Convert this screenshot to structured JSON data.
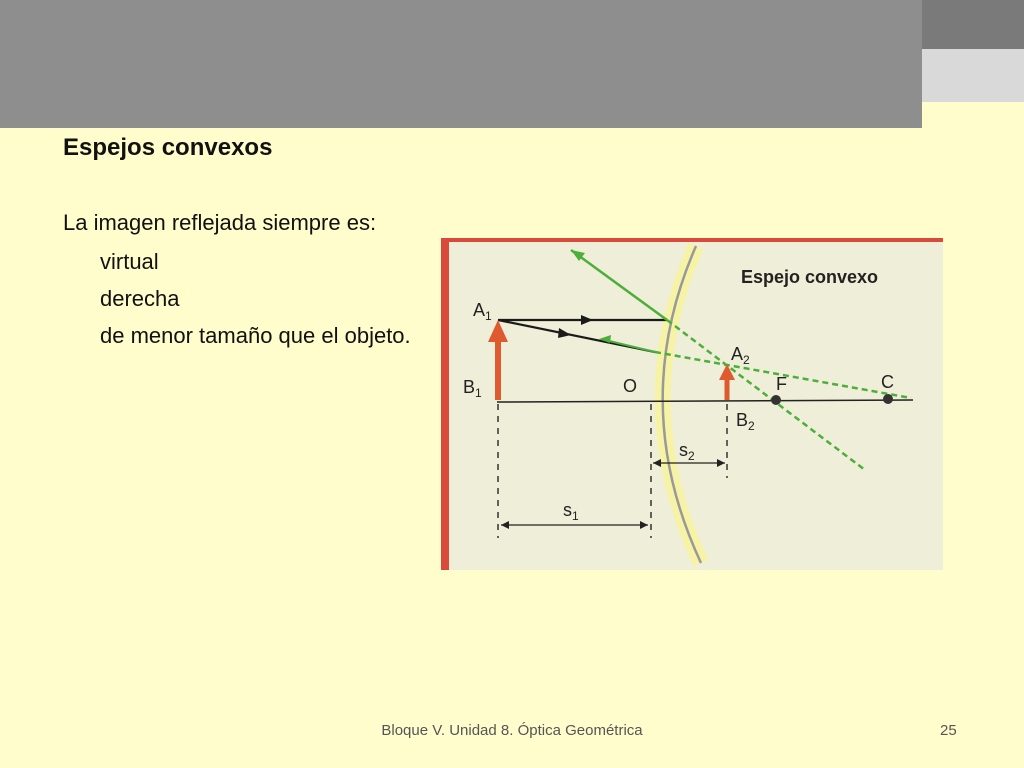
{
  "slide": {
    "title": "Espejos convexos",
    "intro": "La imagen reflejada siempre es:",
    "bullets": [
      "virtual",
      "derecha",
      "de menor tamaño que el objeto."
    ]
  },
  "figure": {
    "heading": "Espejo convexo",
    "labels": {
      "object_tip": "A",
      "object_tip_sub": "1",
      "object_base": "B",
      "object_base_sub": "1",
      "image_tip": "A",
      "image_tip_sub": "2",
      "image_base": "B",
      "image_base_sub": "2",
      "vertex": "O",
      "focus": "F",
      "center": "C",
      "s_object": "s",
      "s_object_sub": "1",
      "s_image": "s",
      "s_image_sub": "2"
    },
    "colors": {
      "arrow": "#e05a30",
      "ray": "#1a1a1a",
      "reflected": "#4caf3a",
      "frame": "#d94a3a"
    }
  },
  "footer": {
    "text": "Bloque V. Unidad 8. Óptica Geométrica",
    "page": "25"
  }
}
